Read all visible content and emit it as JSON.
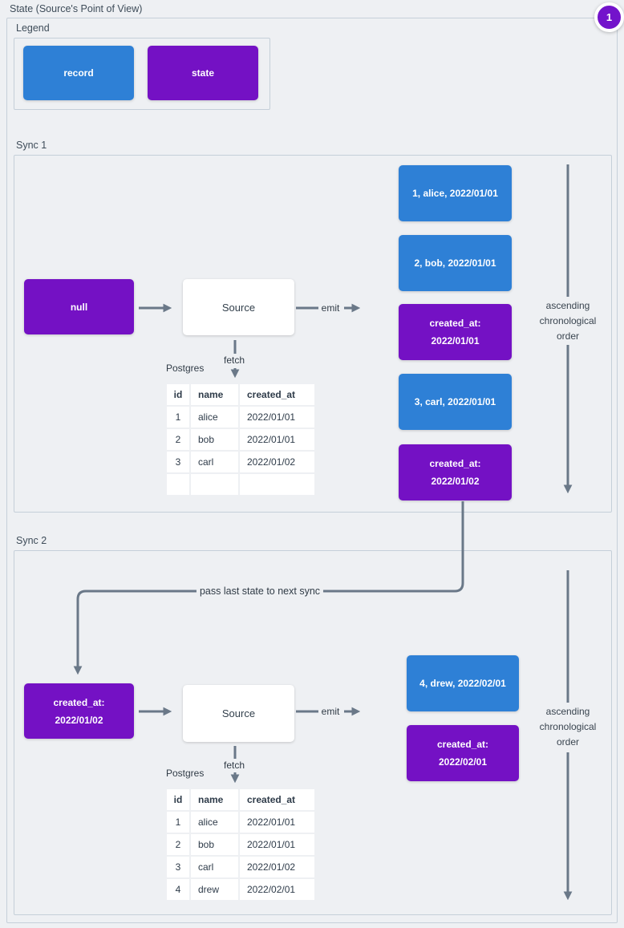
{
  "title": "State (Source's Point of View)",
  "badge": {
    "label": "1"
  },
  "colors": {
    "record": "#2e80d6",
    "state": "#7411c4",
    "line": "#6a7888",
    "background": "#eef0f3",
    "panel_border": "#c5cfd9"
  },
  "legend": {
    "title": "Legend",
    "record_label": "record",
    "state_label": "state"
  },
  "connector": {
    "label": "pass last state to next sync"
  },
  "sync1": {
    "title": "Sync 1",
    "input_state": "null",
    "source": "Source",
    "emit": "emit",
    "fetch": "fetch",
    "db": "Postgres",
    "order_note": "ascending\nchronological\norder",
    "table": {
      "headers": [
        "id",
        "name",
        "created_at"
      ],
      "rows": [
        [
          "1",
          "alice",
          "2022/01/01"
        ],
        [
          "2",
          "bob",
          "2022/01/01"
        ],
        [
          "3",
          "carl",
          "2022/01/02"
        ],
        [
          "",
          "",
          ""
        ]
      ]
    },
    "emitted": [
      {
        "kind": "record",
        "text": "1, alice, 2022/01/01"
      },
      {
        "kind": "record",
        "text": "2, bob, 2022/01/01"
      },
      {
        "kind": "state",
        "text": "created_at:\n2022/01/01"
      },
      {
        "kind": "record",
        "text": "3, carl, 2022/01/01"
      },
      {
        "kind": "state",
        "text": "created_at:\n2022/01/02"
      }
    ]
  },
  "sync2": {
    "title": "Sync 2",
    "input_state": "created_at:\n2022/01/02",
    "source": "Source",
    "emit": "emit",
    "fetch": "fetch",
    "db": "Postgres",
    "order_note": "ascending\nchronological\norder",
    "table": {
      "headers": [
        "id",
        "name",
        "created_at"
      ],
      "rows": [
        [
          "1",
          "alice",
          "2022/01/01"
        ],
        [
          "2",
          "bob",
          "2022/01/01"
        ],
        [
          "3",
          "carl",
          "2022/01/02"
        ],
        [
          "4",
          "drew",
          "2022/02/01"
        ]
      ]
    },
    "emitted": [
      {
        "kind": "record",
        "text": "4, drew, 2022/02/01"
      },
      {
        "kind": "state",
        "text": "created_at:\n2022/02/01"
      }
    ]
  }
}
